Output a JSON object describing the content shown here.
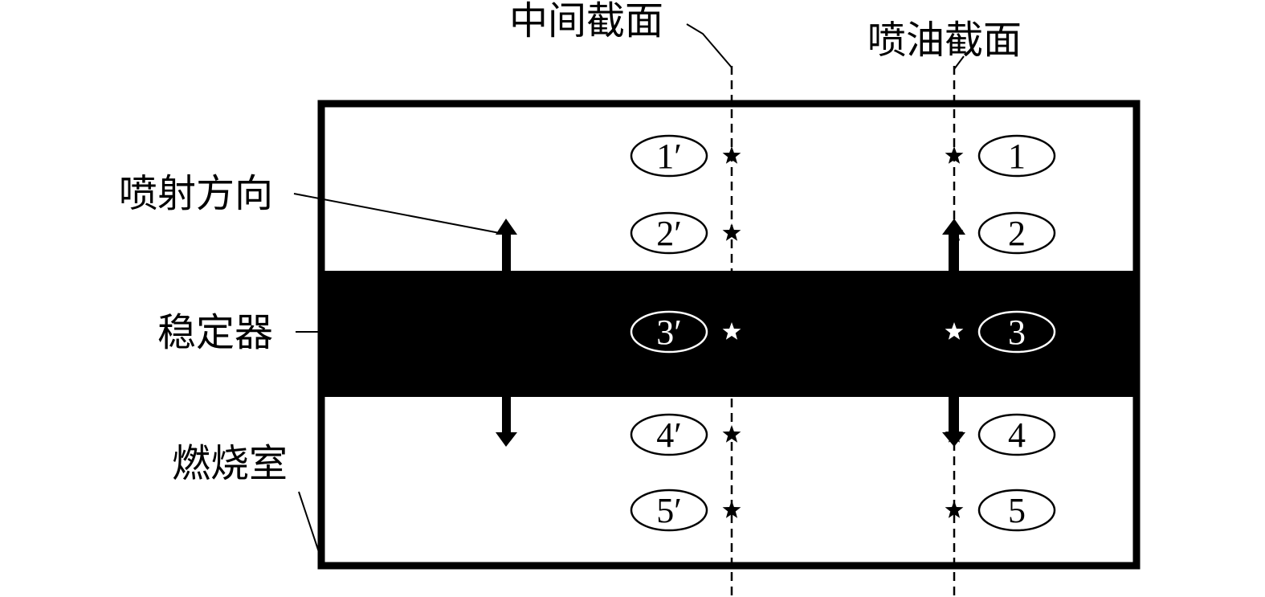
{
  "labels": {
    "middle_section": "中间截面",
    "injection_section": "喷油截面",
    "spray_direction": "喷射方向",
    "stabilizer": "稳定器",
    "combustor": "燃烧室"
  },
  "middle_points": [
    "1′",
    "2′",
    "3′",
    "4′",
    "5′"
  ],
  "injection_points": [
    "1",
    "2",
    "3",
    "4",
    "5"
  ],
  "colors": {
    "ink": "#000000",
    "paper": "#ffffff"
  }
}
